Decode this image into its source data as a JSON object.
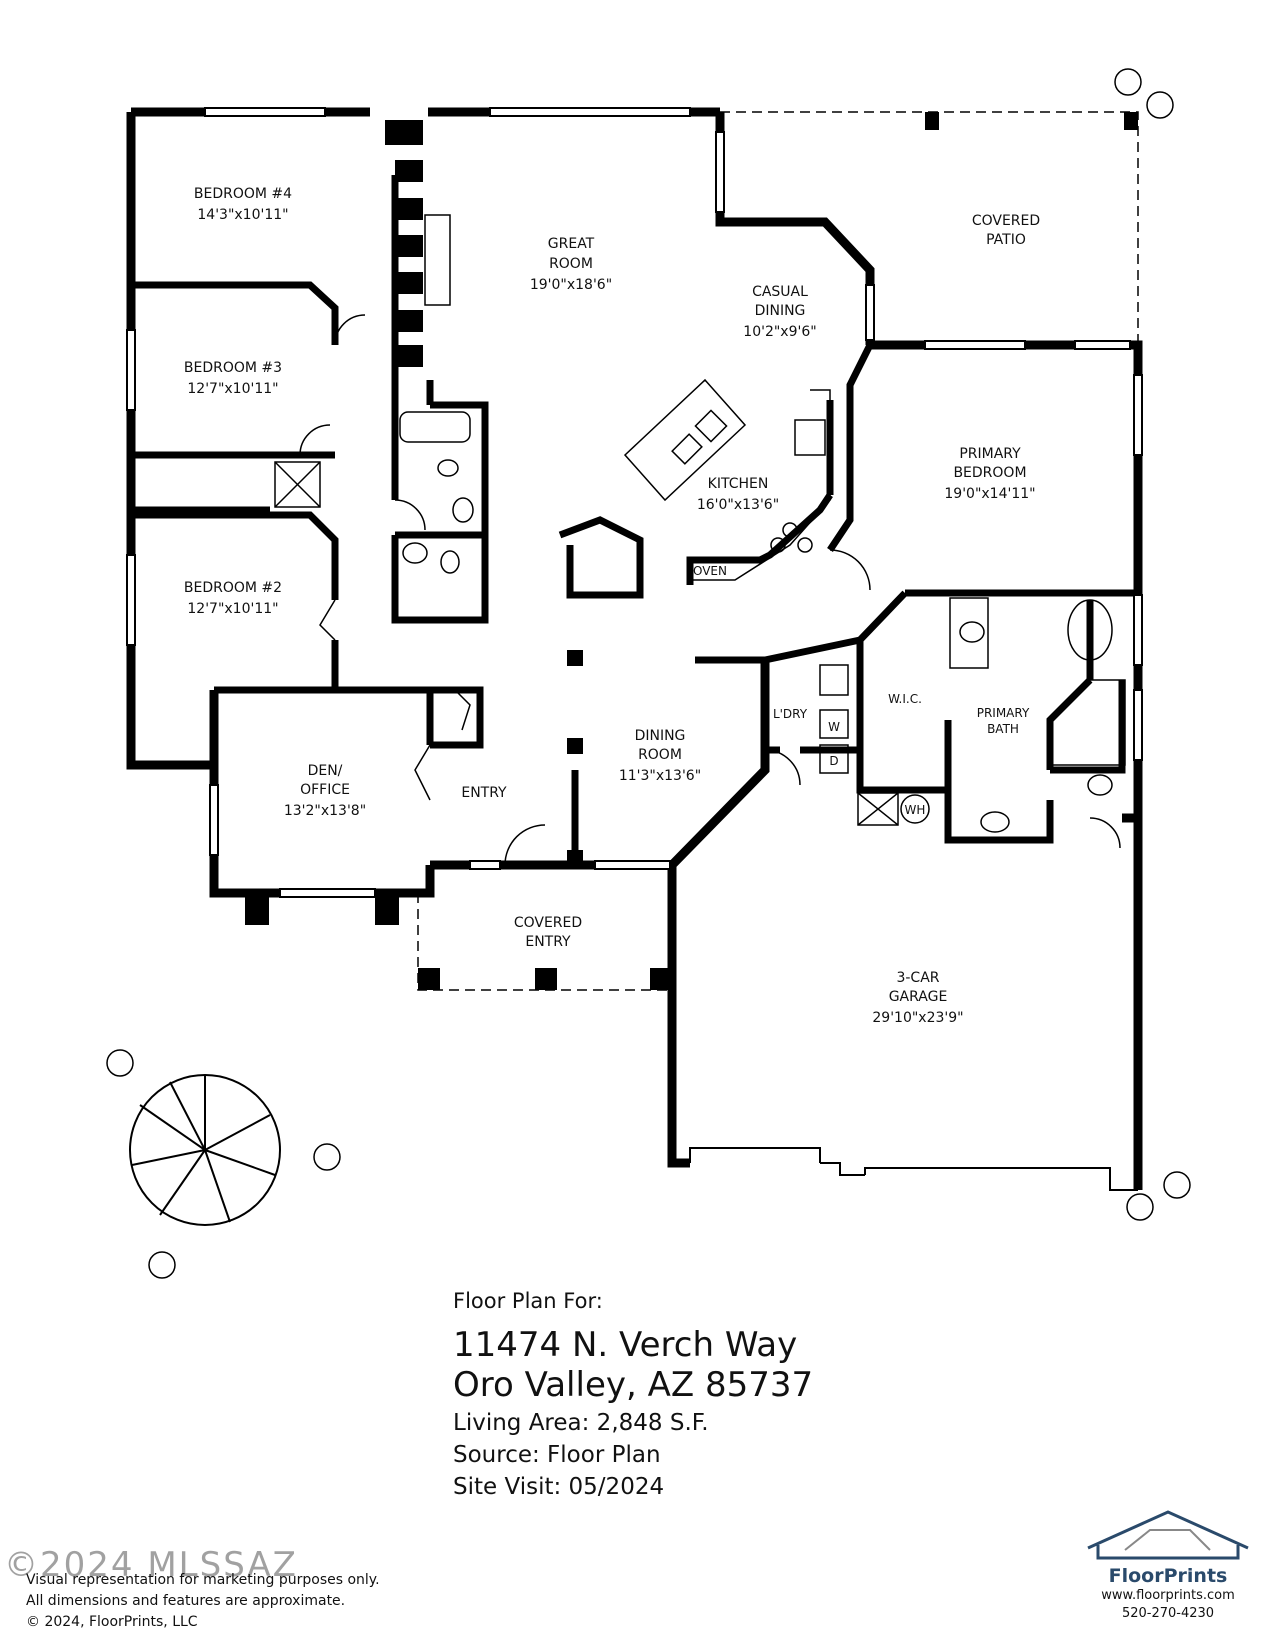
{
  "rooms": {
    "bedroom4": {
      "name": "BEDROOM #4",
      "size": "14'3\"x10'11\""
    },
    "bedroom3": {
      "name": "BEDROOM #3",
      "size": "12'7\"x10'11\""
    },
    "bedroom2": {
      "name": "BEDROOM #2",
      "size": "12'7\"x10'11\""
    },
    "great_room": {
      "name1": "GREAT",
      "name2": "ROOM",
      "size": "19'0\"x18'6\""
    },
    "casual_dining": {
      "name1": "CASUAL",
      "name2": "DINING",
      "size": "10'2\"x9'6\""
    },
    "covered_patio": {
      "name1": "COVERED",
      "name2": "PATIO"
    },
    "kitchen": {
      "name": "KITCHEN",
      "size": "16'0\"x13'6\""
    },
    "oven": "OVEN",
    "primary_bedroom": {
      "name1": "PRIMARY",
      "name2": "BEDROOM",
      "size": "19'0\"x14'11\""
    },
    "wic": "W.I.C.",
    "primary_bath": {
      "name1": "PRIMARY",
      "name2": "BATH"
    },
    "laundry": "L'DRY",
    "washer": "W",
    "dryer": "D",
    "water_heater": "WH",
    "den": {
      "name1": "DEN/",
      "name2": "OFFICE",
      "size": "13'2\"x13'8\""
    },
    "entry": "ENTRY",
    "dining_room": {
      "name1": "DINING",
      "name2": "ROOM",
      "size": "11'3\"x13'6\""
    },
    "covered_entry": {
      "name1": "COVERED",
      "name2": "ENTRY"
    },
    "garage": {
      "name1": "3-CAR",
      "name2": "GARAGE",
      "size": "29'10\"x23'9\""
    }
  },
  "info": {
    "floor_plan_for": "Floor Plan For:",
    "address1": "11474 N. Verch Way",
    "address2": "Oro Valley, AZ  85737",
    "living_area": "Living Area:  2,848 S.F.",
    "source": "Source:  Floor Plan",
    "site_visit": "Site Visit:  05/2024"
  },
  "disclaimer": {
    "line1": "Visual representation for marketing purposes only.",
    "line2": "All dimensions and features are approximate.",
    "line3": "© 2024, FloorPrints, LLC"
  },
  "watermark": "©2024 MLSSAZ",
  "logo": {
    "brand": "FloorPrints",
    "url": "www.floorprints.com",
    "phone": "520-270-4230"
  },
  "colors": {
    "logo_blue": "#2a4a6b",
    "logo_green": "#3a8a3a"
  }
}
